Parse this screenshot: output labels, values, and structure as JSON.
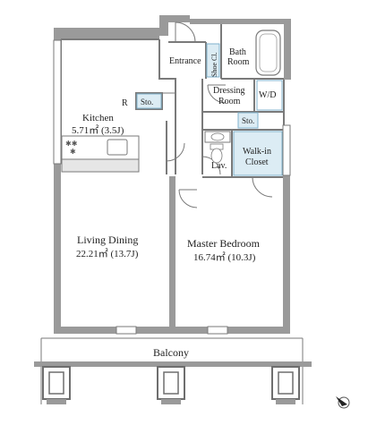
{
  "colors": {
    "wall": "#9a9a9a",
    "wall_dark": "#6e6e6e",
    "line": "#7a7a7a",
    "storage_fill": "#dcecf4",
    "storage_stroke": "#7fb2cc",
    "glass": "#bcd6e4",
    "text": "#222222"
  },
  "rooms": {
    "entrance": "Entrance",
    "shoe_closet": "Shoe Cl.",
    "bath_line1": "Bath",
    "bath_line2": "Room",
    "dressing_line1": "Dressing",
    "dressing_line2": "Room",
    "wd": "W/D",
    "storage_kitchen": "Sto.",
    "storage_corridor": "Sto.",
    "refrigerator": "R",
    "kitchen": "Kitchen",
    "kitchen_area": "5.71㎡ (3.5J)",
    "lavatory": "Lav.",
    "walkin_line1": "Walk-in",
    "walkin_line2": "Closet",
    "living": "Living Dining",
    "living_area": "22.21㎡ (13.7J)",
    "master": "Master Bedroom",
    "master_area": "16.74㎡ (10.3J)",
    "balcony": "Balcony"
  },
  "icons": {
    "compass": "north-arrow-icon",
    "stove": "stove-burners-icon",
    "sink": "sink-icon",
    "bathtub": "bathtub-icon",
    "toilet": "toilet-icon",
    "washbasin": "washbasin-icon"
  }
}
